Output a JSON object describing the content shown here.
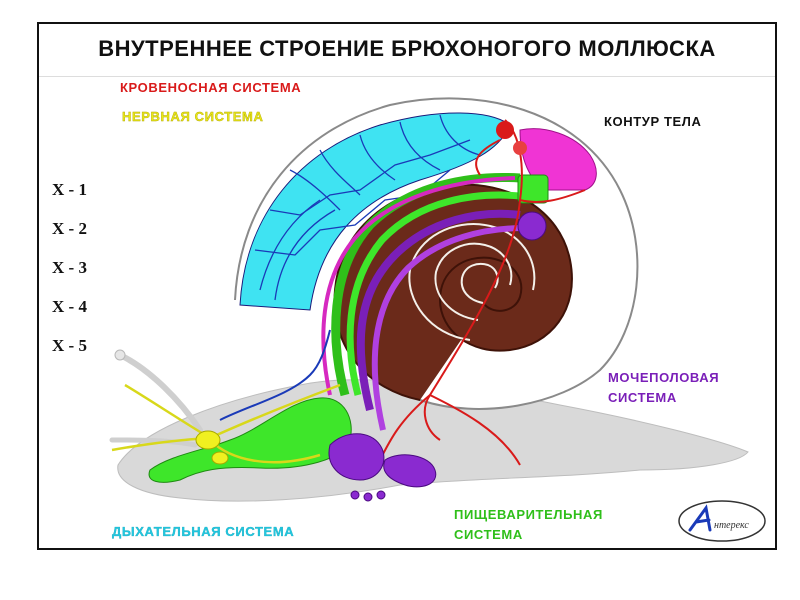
{
  "title": "ВНУТРЕННЕЕ СТРОЕНИЕ БРЮХОНОГОГО МОЛЛЮСКА",
  "labels": {
    "blood": "КРОВЕНОСНАЯ СИСТЕМА",
    "nerve": "НЕРВНАЯ СИСТЕМА",
    "contour": "КОНТУР ТЕЛА",
    "urogenital_line1": "МОЧЕПОЛОВАЯ",
    "urogenital_line2": "СИСТЕМА",
    "digestive_line1": "ПИЩЕВАРИТЕЛЬНАЯ",
    "digestive_line2": "СИСТЕМА",
    "respiratory": "ДЫХАТЕЛЬНАЯ СИСТЕМА"
  },
  "x_items": [
    "X - 1",
    "X - 2",
    "X - 3",
    "X - 4",
    "X - 5"
  ],
  "logo": {
    "text": "нтерекс"
  },
  "colors": {
    "blood": "#d91a1a",
    "nerve": "#e8e81a",
    "respiratory": "#22c8e0",
    "digestive": "#2fbf1a",
    "urogenital": "#7a1fb8",
    "shell": "#6b2a1a",
    "body": "#d9d9d9"
  }
}
